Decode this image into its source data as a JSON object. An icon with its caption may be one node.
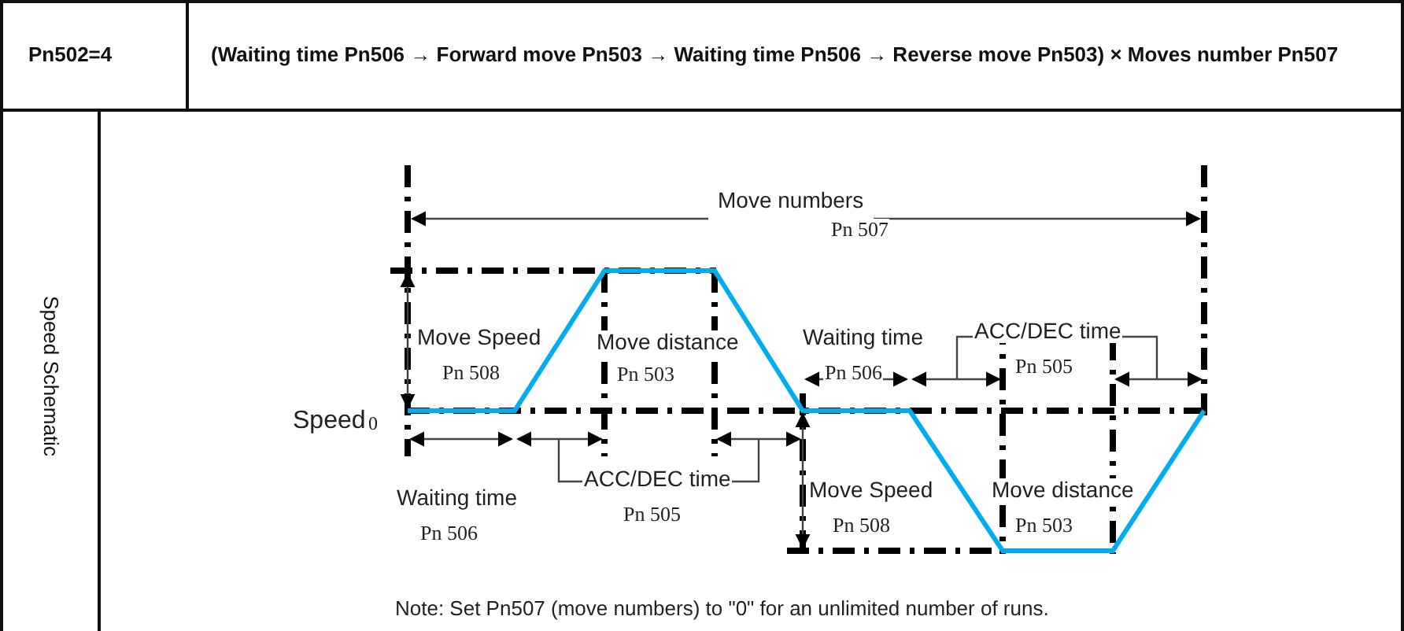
{
  "diagram": {
    "labels": [
      "Pn502=4",
      "(Waiting time Pn506 → Forward move Pn503 → Waiting time Pn506 → Reverse move Pn503) × Moves number Pn507",
      "Speed Schematic",
      "Move numbers",
      "Pn 507",
      "Move Speed",
      "Pn 508",
      "Move distance",
      "Pn 503",
      "Waiting time",
      "Pn 506",
      "ACC/DEC time",
      "Pn 505",
      "Speed",
      "0",
      "ACC/DEC time",
      "Pn 505",
      "Waiting time",
      "Pn 506",
      "Move Speed",
      "Pn 508",
      "Move distance",
      "Pn 503",
      "Note: Set Pn507 (move numbers) to \"0\" for an unlimited number of runs."
    ]
  }
}
